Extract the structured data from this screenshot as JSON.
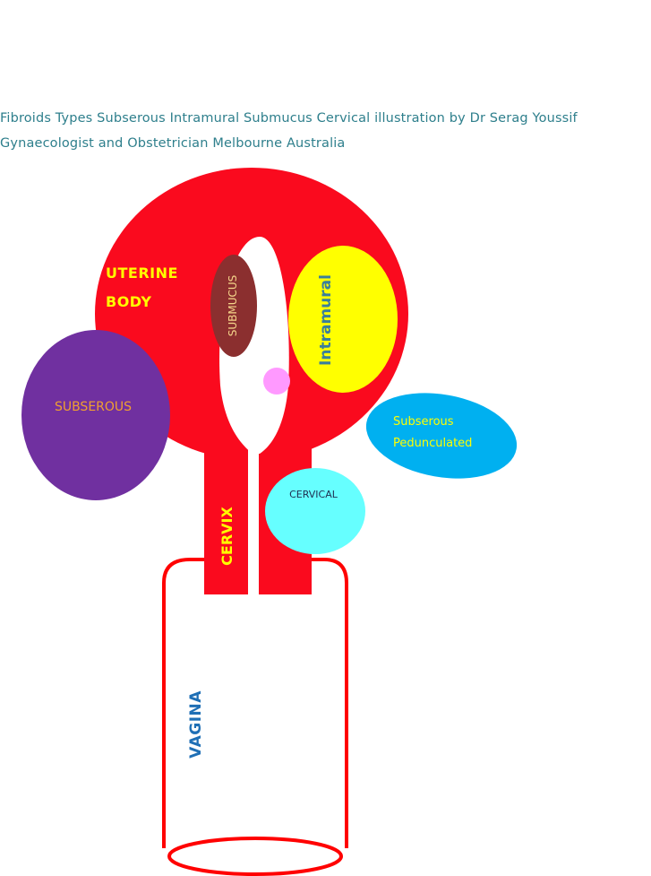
{
  "caption": {
    "line1": "Fibroids Types Subserous Intramural Submucus Cervical  illustration by Dr Serag Youssif",
    "line2": "Gynaecologist and Obstetrician Melbourne Australia"
  },
  "labels": {
    "uterine_line1": "UTERINE",
    "uterine_line2": "BODY",
    "submucus": "SUBMUCUS",
    "intramural": "Intramural",
    "subserous": "SUBSEROUS",
    "pedunculated_line1": "Subserous",
    "pedunculated_line2": "Pedunculated",
    "cervical": "CERVICAL",
    "cervix": "CERVIX",
    "vagina": "VAGINA"
  },
  "colors": {
    "caption_text": "#2e7f8c",
    "uterus_red": "#fa0a1e",
    "cavity_white": "#ffffff",
    "submucus_fill": "#8b2f2f",
    "submucus_text": "#f5d58a",
    "intramural_fill": "#ffff00",
    "intramural_text": "#3a7f9a",
    "subserous_fill": "#7030a0",
    "subserous_text": "#f0a030",
    "pedunculated_fill": "#00b0f0",
    "pedunculated_text": "#ffff00",
    "cervical_fill": "#66ffff",
    "cervical_text": "#1f2e50",
    "small_pink": "#ff99ff",
    "uterine_text": "#ffff00",
    "cervix_text": "#ffff00",
    "vagina_text": "#1f6fb5",
    "vagina_outline": "#ff0000"
  }
}
